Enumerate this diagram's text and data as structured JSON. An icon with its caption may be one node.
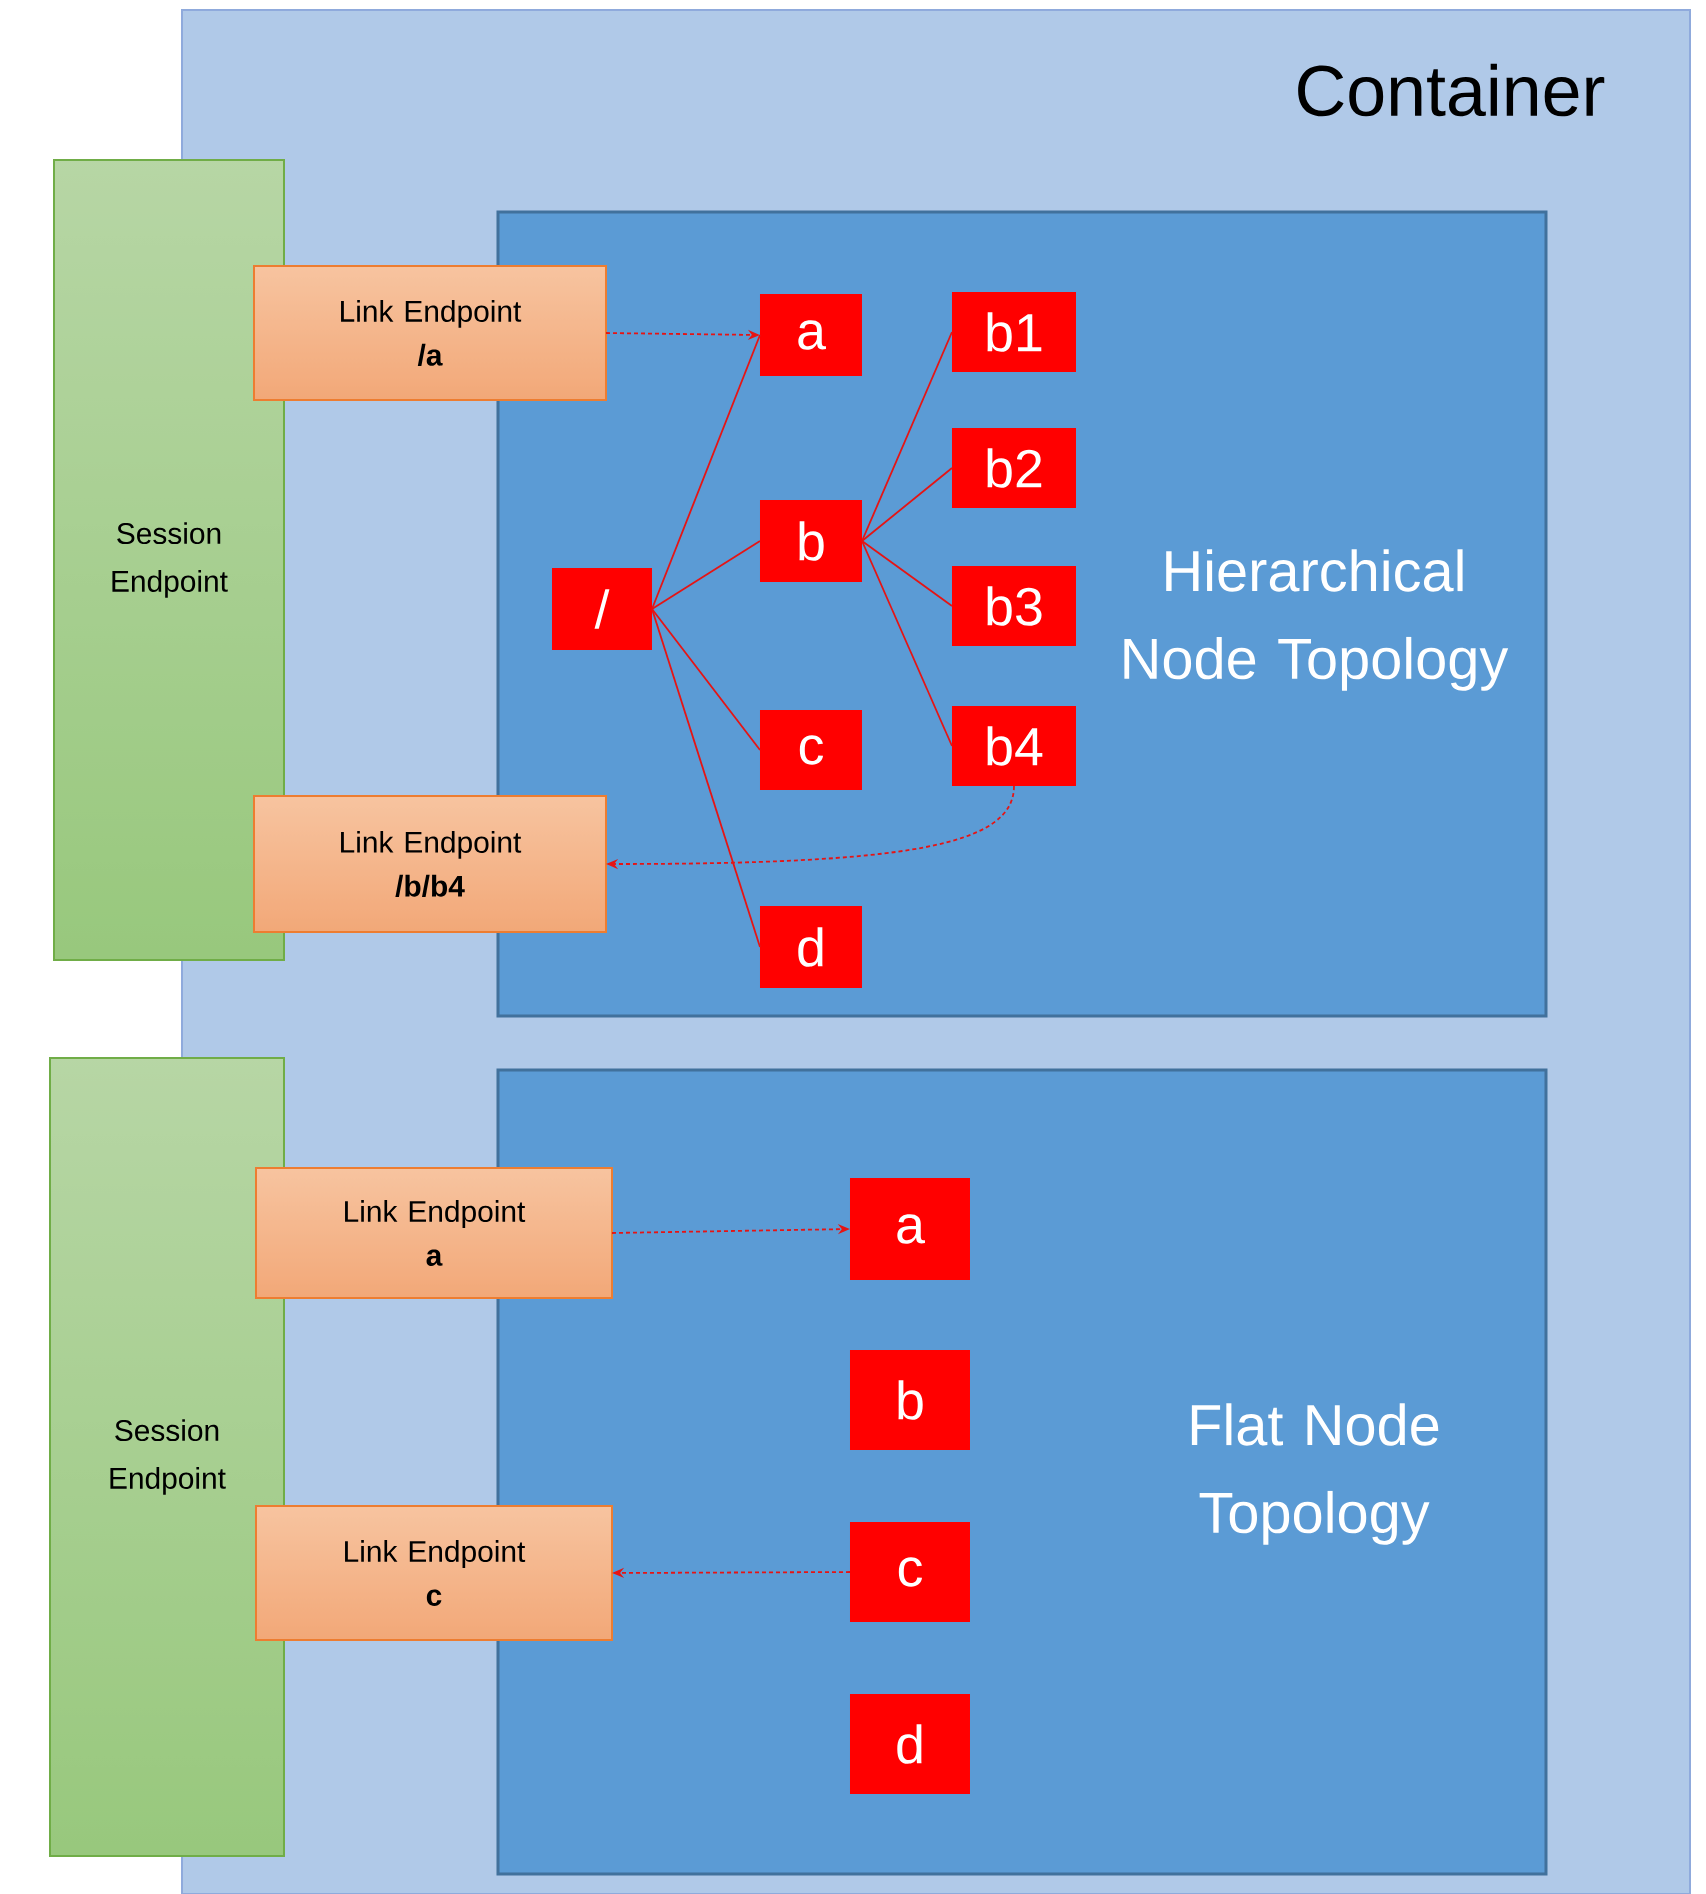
{
  "diagram": {
    "nodes": [
      {
        "text": [
          "Container"
        ]
      },
      {
        "text": [
          "Session Endpoint"
        ]
      },
      {
        "text": [
          "Link Endpoint",
          "/a"
        ],
        "in": 0
      },
      {
        "text": [
          "Link Endpoint",
          "/b/b4"
        ],
        "in": 0
      },
      {
        "text": [
          "Hierarchical Node Topology"
        ],
        "in": 0
      },
      {
        "text": [
          "/"
        ],
        "in": 4
      },
      {
        "text": [
          "a"
        ],
        "in": 4
      },
      {
        "text": [
          "b"
        ],
        "in": 4
      },
      {
        "text": [
          "c"
        ],
        "in": 4
      },
      {
        "text": [
          "d"
        ],
        "in": 4
      },
      {
        "text": [
          "b1"
        ],
        "in": 4
      },
      {
        "text": [
          "b2"
        ],
        "in": 4
      },
      {
        "text": [
          "b3"
        ],
        "in": 4
      },
      {
        "text": [
          "b4"
        ],
        "in": 4
      },
      {
        "text": [
          "Session Endpoint"
        ]
      },
      {
        "text": [
          "Link Endpoint",
          "a"
        ],
        "in": 0
      },
      {
        "text": [
          "Link Endpoint",
          "c"
        ],
        "in": 0
      },
      {
        "text": [
          "Flat Node Topology"
        ],
        "in": 0
      },
      {
        "text": [
          "a"
        ],
        "in": 17
      },
      {
        "text": [
          "b"
        ],
        "in": 17
      },
      {
        "text": [
          "c"
        ],
        "in": 17
      },
      {
        "text": [
          "d"
        ],
        "in": 17
      }
    ],
    "edges": [
      {
        "from": 2,
        "to": 6,
        "arrow": "to",
        "style": "dashed"
      },
      {
        "from": 5,
        "to": 6,
        "arrow": "none"
      },
      {
        "from": 5,
        "to": 7,
        "arrow": "none"
      },
      {
        "from": 5,
        "to": 8,
        "arrow": "none"
      },
      {
        "from": 5,
        "to": 9,
        "arrow": "none"
      },
      {
        "from": 7,
        "to": 10,
        "arrow": "none"
      },
      {
        "from": 7,
        "to": 11,
        "arrow": "none"
      },
      {
        "from": 7,
        "to": 12,
        "arrow": "none"
      },
      {
        "from": 7,
        "to": 13,
        "arrow": "none"
      },
      {
        "from": 13,
        "to": 3,
        "arrow": "to",
        "style": "dashed"
      },
      {
        "from": 15,
        "to": 18,
        "arrow": "to",
        "style": "dashed"
      },
      {
        "from": 20,
        "to": 16,
        "arrow": "to",
        "style": "dashed"
      }
    ]
  }
}
